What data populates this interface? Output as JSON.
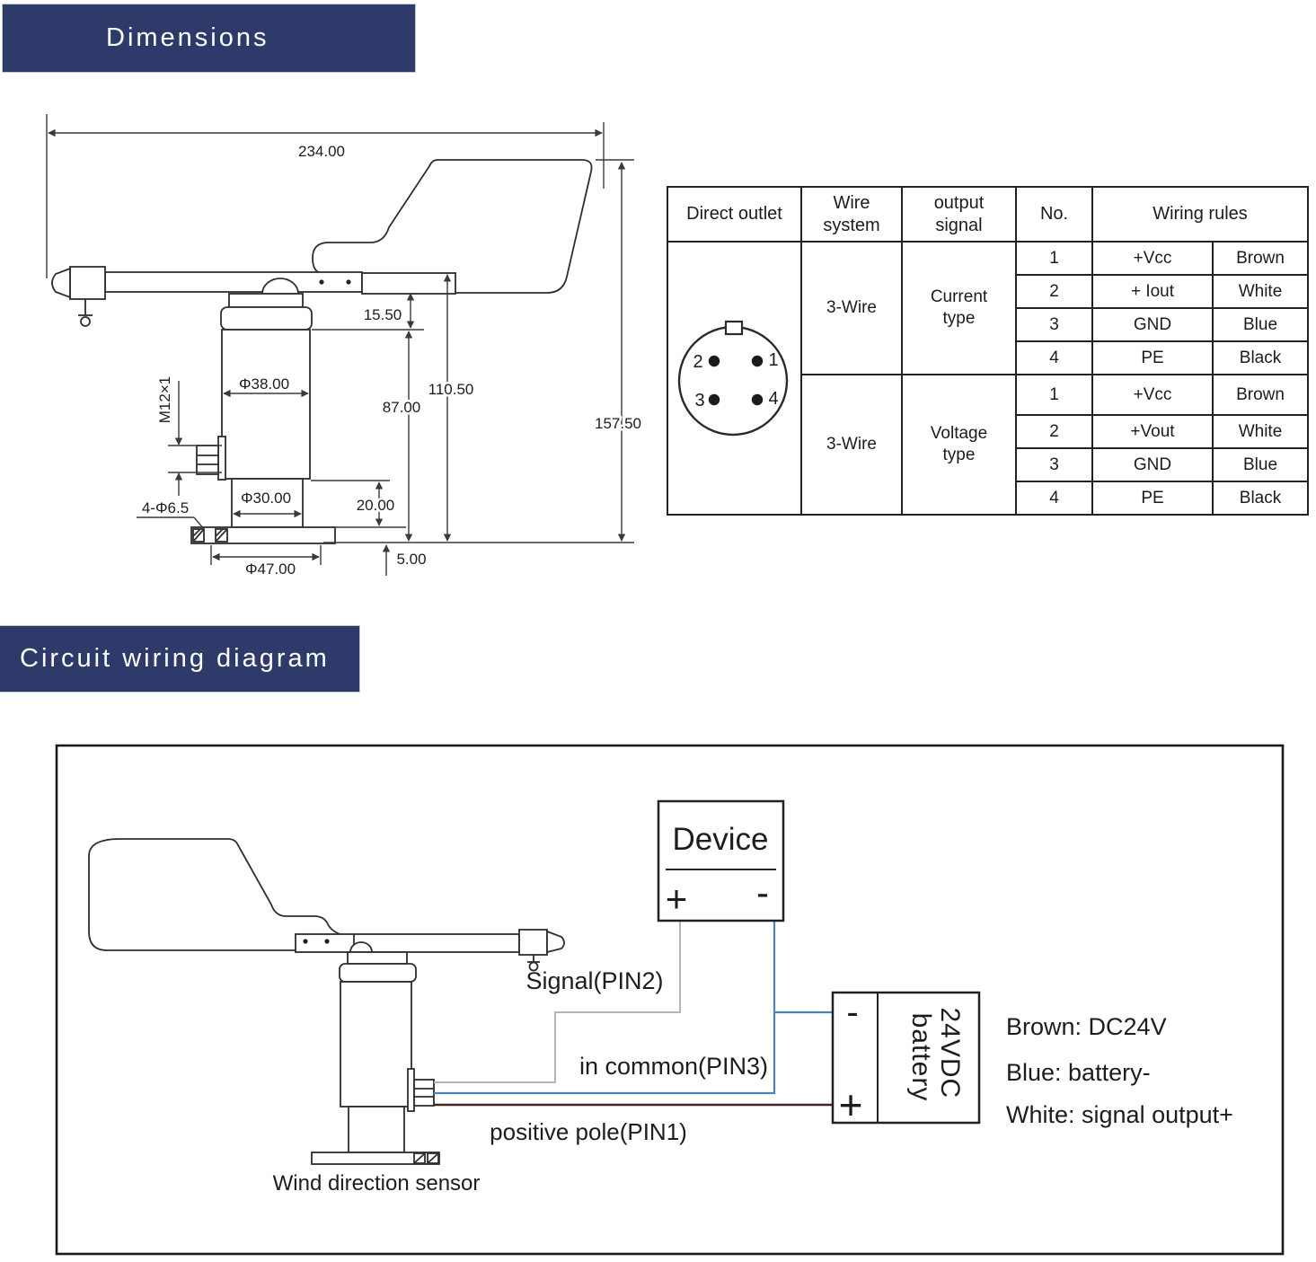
{
  "headers": {
    "dimensions": "Dimensions",
    "circuit": "Circuit wiring diagram"
  },
  "colors": {
    "header_bg": "#2d3a6a",
    "header_text": "#ffffff",
    "wire_blue": "#4d82b8",
    "wire_gray": "#b5b5b5",
    "wire_dark": "#452525"
  },
  "dimension_drawing": {
    "labels": [
      "234.00",
      "15.50",
      "Φ38.00",
      "M12×1",
      "110.50",
      "87.00",
      "157.50",
      "4-Φ6.5",
      "Φ30.00",
      "20.00",
      "Φ47.00",
      "5.00"
    ]
  },
  "wiring_table": {
    "headers": [
      "Direct outlet",
      "Wire system",
      "output signal",
      "No.",
      "Wiring rules"
    ],
    "connector_pins": [
      "1",
      "2",
      "3",
      "4"
    ],
    "blocks": [
      {
        "wire_system": "3-Wire",
        "output_signal": "Current type",
        "rows": [
          [
            "1",
            "+Vcc",
            "Brown"
          ],
          [
            "2",
            "+ Iout",
            "White"
          ],
          [
            "3",
            "GND",
            "Blue"
          ],
          [
            "4",
            "PE",
            "Black"
          ]
        ]
      },
      {
        "wire_system": "3-Wire",
        "output_signal": "Voltage type",
        "rows": [
          [
            "1",
            "+Vcc",
            "Brown"
          ],
          [
            "2",
            "+Vout",
            "White"
          ],
          [
            "3",
            "GND",
            "Blue"
          ],
          [
            "4",
            "PE",
            "Black"
          ]
        ]
      }
    ]
  },
  "circuit": {
    "device": {
      "title": "Device",
      "plus": "+",
      "minus": "-"
    },
    "battery": {
      "minus": "-",
      "plus": "+",
      "label_line1": "24VDC",
      "label_line2": "battery"
    },
    "wire_labels": {
      "signal": "Signal(PIN2)",
      "common": "in common(PIN3)",
      "positive": "positive pole(PIN1)"
    },
    "sensor_caption": "Wind direction sensor",
    "legend": [
      "Brown:  DC24V",
      "Blue:  battery-",
      "White:  signal output+"
    ]
  }
}
